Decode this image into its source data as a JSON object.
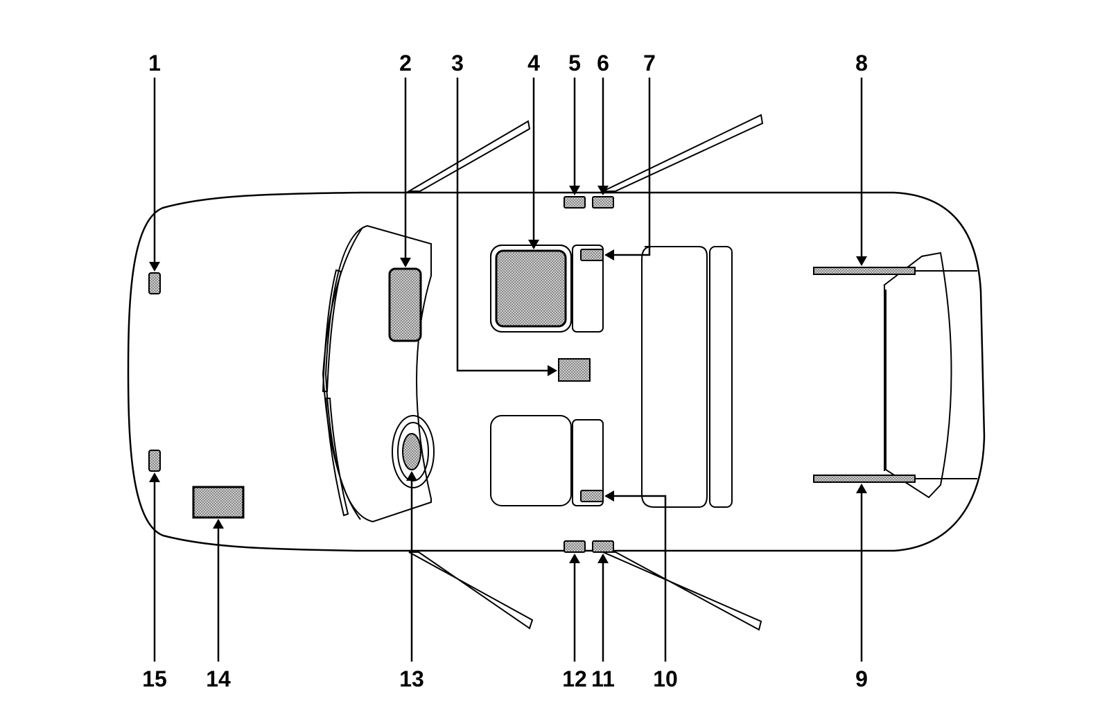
{
  "callouts": [
    {
      "id": 1,
      "label": "1"
    },
    {
      "id": 2,
      "label": "2"
    },
    {
      "id": 3,
      "label": "3"
    },
    {
      "id": 4,
      "label": "4"
    },
    {
      "id": 5,
      "label": "5"
    },
    {
      "id": 6,
      "label": "6"
    },
    {
      "id": 7,
      "label": "7"
    },
    {
      "id": 8,
      "label": "8"
    },
    {
      "id": 9,
      "label": "9"
    },
    {
      "id": 10,
      "label": "10"
    },
    {
      "id": 11,
      "label": "11"
    },
    {
      "id": 12,
      "label": "12"
    },
    {
      "id": 13,
      "label": "13"
    },
    {
      "id": 14,
      "label": "14"
    },
    {
      "id": 15,
      "label": "15"
    }
  ],
  "colors": {
    "line": "#000000",
    "component_fill": "#bdbdbd",
    "background": "#ffffff"
  }
}
